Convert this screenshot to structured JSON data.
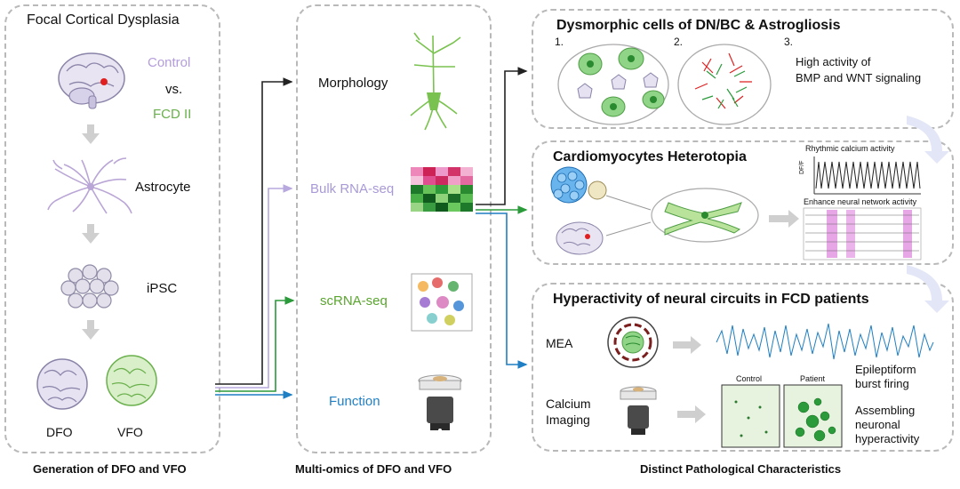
{
  "colors": {
    "control": "#b39ddb",
    "fcd": "#6ab04c",
    "bulk": "#a99ad6",
    "sc": "#5aa52f",
    "function": "#1f7fc4",
    "dashed": "#b9b9b9"
  },
  "left": {
    "title": "Focal Cortical Dysplasia",
    "control": "Control",
    "vs": "vs.",
    "fcd": "FCD II",
    "astrocyte": "Astrocyte",
    "ipsc": "iPSC",
    "dfo": "DFO",
    "vfo": "VFO",
    "caption": "Generation of DFO and VFO"
  },
  "middle": {
    "morphology": "Morphology",
    "bulk": "Bulk RNA-seq",
    "sc": "scRNA-seq",
    "function": "Function",
    "caption": "Multi-omics of DFO and VFO"
  },
  "right": {
    "caption": "Distinct Pathological Characteristics",
    "box1": {
      "title": "Dysmorphic cells of DN/BC & Astrogliosis",
      "n1": "1.",
      "n2": "2.",
      "n3": "3.",
      "text1": "High activity of",
      "text2": "BMP and WNT signaling"
    },
    "box2": {
      "title": "Cardiomyocytes Heterotopia",
      "calcium": "Rhythmic calcium activity",
      "dff": "DF/F",
      "network": "Enhance neural network activity"
    },
    "box3": {
      "title": "Hyperactivity of neural circuits in FCD patients",
      "mea": "MEA",
      "calcium1": "Calcium",
      "calcium2": "Imaging",
      "control": "Control",
      "patient": "Patient",
      "epi1": "Epileptiform",
      "epi2": "burst firing",
      "asm1": "Assembling",
      "asm2": "neuronal",
      "asm3": "hyperactivity"
    }
  }
}
